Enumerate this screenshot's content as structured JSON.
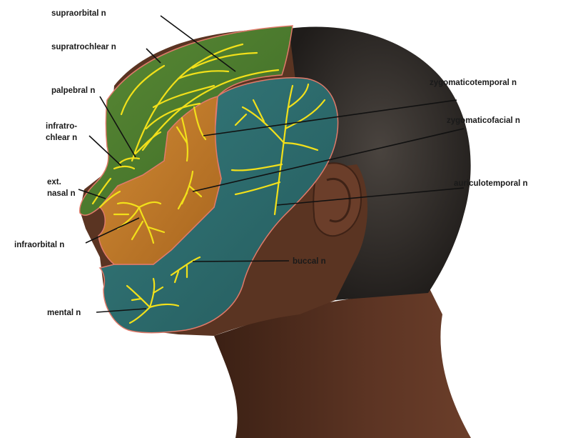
{
  "labels": {
    "supraorbital": "supraorbital n",
    "supratrochlear": "supratrochlear n",
    "palpebral": "palpebral n",
    "infratrochlear_1": "infratro-",
    "infratrochlear_2": "chlear n",
    "ext_nasal_1": "ext.",
    "ext_nasal_2": "nasal n",
    "infraorbital": "infraorbital n",
    "mental": "mental n",
    "zygomaticotemporal": "zygomaticotemporal n",
    "zygomaticofacial": "zygomaticofacial n",
    "auriculotemporal": "auriculotemporal n",
    "buccal": "buccal n"
  },
  "colors": {
    "skin": "#5a3422",
    "skin_shadow": "#3e2216",
    "hair": "#2e2a27",
    "ophthalmic_region": "#4f7a30",
    "maxillary_region": "#c27a2c",
    "mandibular_region": "#2f6d6f",
    "nerve": "#f2e01a",
    "region_border": "#e07a6a"
  }
}
